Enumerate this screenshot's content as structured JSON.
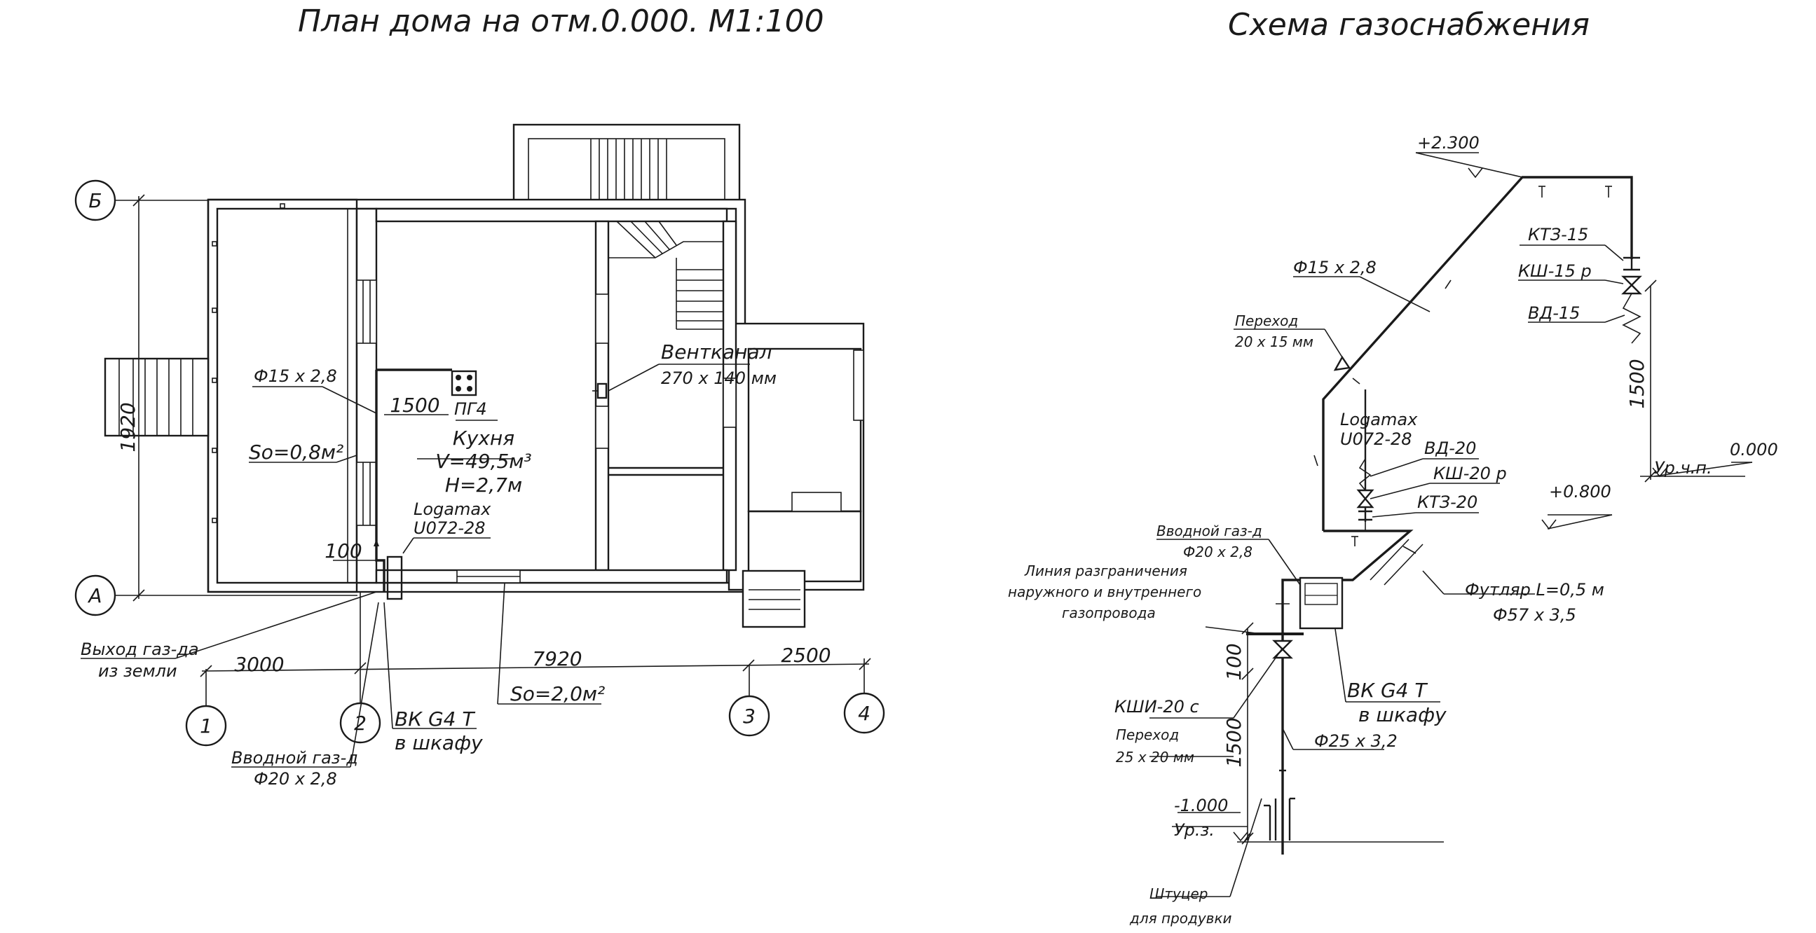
{
  "titles": {
    "plan": "План дома на отм.0.000. М1:100",
    "scheme": "Схема газоснабжения"
  },
  "plan": {
    "axes": {
      "b": "Б",
      "a": "А",
      "n1": "1",
      "n2": "2",
      "n3": "3",
      "n4": "4"
    },
    "dims": {
      "height": "1920",
      "d3000": "3000",
      "d7920": "7920",
      "d2500": "2500",
      "d1500": "1500",
      "d100": "100"
    },
    "labels": {
      "pipe_top": "Ф15 х 2,8",
      "pg4": "ПГ4",
      "room_name": "Кухня",
      "room_volume": "V=49,5м³",
      "room_height": "H=2,7м",
      "so_left": "So=0,8м²",
      "so_bottom": "So=2,0м²",
      "boiler_l1": "Logamax",
      "boiler_l2": "U072-28",
      "vent_l1": "Вентканал",
      "vent_l2": "270 х 140 мм",
      "exit_l1": "Выход газ-да",
      "exit_l2": "из земли",
      "meter_l1": "ВК  G4 Т",
      "meter_l2": "в шкафу",
      "inlet_l1": "Вводной газ-д",
      "inlet_l2": "Ф20 х 2,8"
    }
  },
  "scheme": {
    "labels": {
      "elev_top": "+2.300",
      "elev_0": "0.000",
      "floor": "Ур.ч.п.",
      "elev_800": "+0.800",
      "elev_m1000": "-1.000",
      "ground": "Ур.з.",
      "pipe_d15": "Ф15 х 2,8",
      "trans1_l1": "Переход",
      "trans1_l2": "20 х 15 мм",
      "ktz15": "КТЗ-15",
      "ksh15": "КШ-15 р",
      "vd15": "ВД-15",
      "dim1500_right": "1500",
      "boiler_l1": "Logamax",
      "boiler_l2": "U072-28",
      "vd20": "ВД-20",
      "ksh20": "КШ-20 р",
      "ktz20": "КТЗ-20",
      "inlet_l1": "Вводной газ-д",
      "inlet_l2": "Ф20 х 2,8",
      "boundary_l1": "Линия разграничения",
      "boundary_l2": "наружного и внутреннего",
      "boundary_l3": "газопровода",
      "sleeve_l1": "Футляр  L=0,5 м",
      "sleeve_l2": "Ф57 х 3,5",
      "meter_l1": "ВК  G4 Т",
      "meter_l2": "в шкафу",
      "dim100": "100",
      "kshi": "КШИ-20 с",
      "trans2_l1": "Переход",
      "trans2_l2": "25 х 20 мм",
      "dim1500_left": "1500",
      "pipe_d25": "Ф25 х 3,2",
      "fitting_l1": "Штуцер",
      "fitting_l2": "для продувки"
    }
  }
}
